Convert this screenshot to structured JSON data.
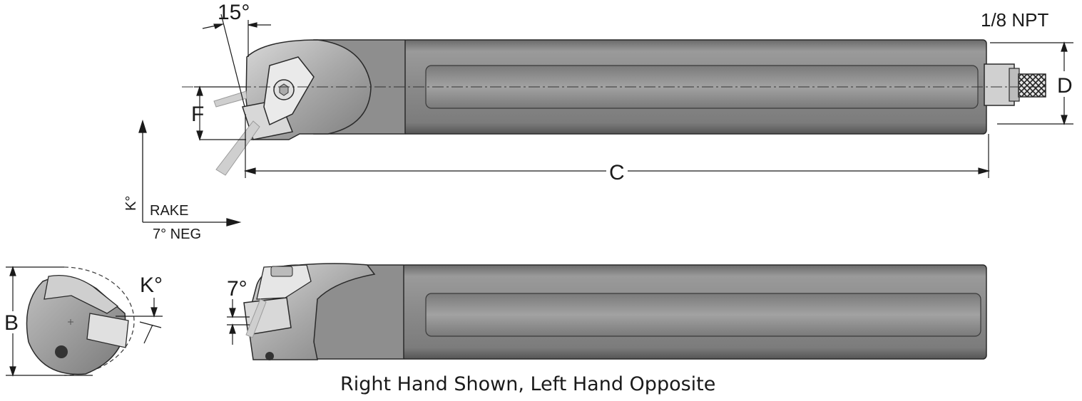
{
  "labels": {
    "angle_15": "15°",
    "npt": "1/8 NPT",
    "dim_d": "D",
    "dim_f": "F",
    "dim_c": "C",
    "k_deg": "K°",
    "rake": "RAKE",
    "neg": "7° NEG",
    "dim_b": "B",
    "k_deg_end": "K°",
    "angle_7": "7°"
  },
  "caption": "Right Hand Shown,  Left Hand Opposite",
  "colors": {
    "body": "#8c8c8c",
    "body_dark": "#5e5e5e",
    "head": "#b8b8b8",
    "insert": "#cfcfcf",
    "coolant": "#d2d2d2",
    "line": "#1a1a1a"
  }
}
